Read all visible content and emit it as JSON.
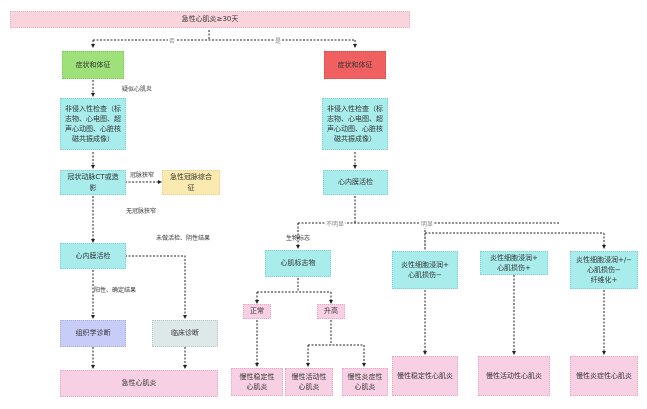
{
  "title": "急性心肌炎≥30天",
  "branch_labels": {
    "no": "否",
    "yes": "是"
  },
  "left": {
    "symptoms": "症状和体征",
    "noninvasive": "非侵入性检查（标\n志物、心电图、超\n声心动图、心脏核\n磁共振成像）",
    "coronary": "冠状动脉CT或造影",
    "acs": "急性冠脉综合征",
    "biopsy": "心内膜活检",
    "histology": "组织学诊断",
    "clinical": "临床诊断",
    "final": "急性心肌炎",
    "edge_labels": {
      "suspect": "疑似心肌炎",
      "stenosis": "冠脉狭窄",
      "no_stenosis": "无冠脉狭窄",
      "not_done": "未做活检、阴性结果",
      "done": "阳性、确定结果"
    }
  },
  "right": {
    "symptoms": "症状和体征",
    "noninvasive": "非侵入性检查（标\n志物、心电图、超\n声心动图、心脏核\n磁共振成像）",
    "biopsy": "心内膜活检",
    "branch_not_obvious": "不明显",
    "branch_obvious": "明显",
    "marker_label": "生物标志",
    "marker": "心肌标志物",
    "normal": "正常",
    "elevated": "升高",
    "inflam1": "炎性细胞浸润+\n心肌损伤−",
    "inflam2": "炎性细胞浸润+\n心肌损伤+",
    "inflam3": "炎性细胞浸润+/−\n心肌损伤−\n纤维化+",
    "outcomes_small": [
      "慢性稳定性\n心肌炎",
      "慢性活动性\n心肌炎",
      "慢性炎症性\n心肌炎"
    ],
    "outcomes_large": [
      "慢性稳定性心肌炎",
      "慢性活动性心肌炎",
      "慢性炎症性心肌炎"
    ]
  },
  "colors": {
    "header": "#f9d4dc",
    "green": "#9ee07a",
    "red": "#f06060",
    "cyan": "#a8ecec",
    "yellow": "#fbeab0",
    "blue": "#c8cdf8",
    "grey": "#dde8e8",
    "pink": "#f8d0e4"
  }
}
